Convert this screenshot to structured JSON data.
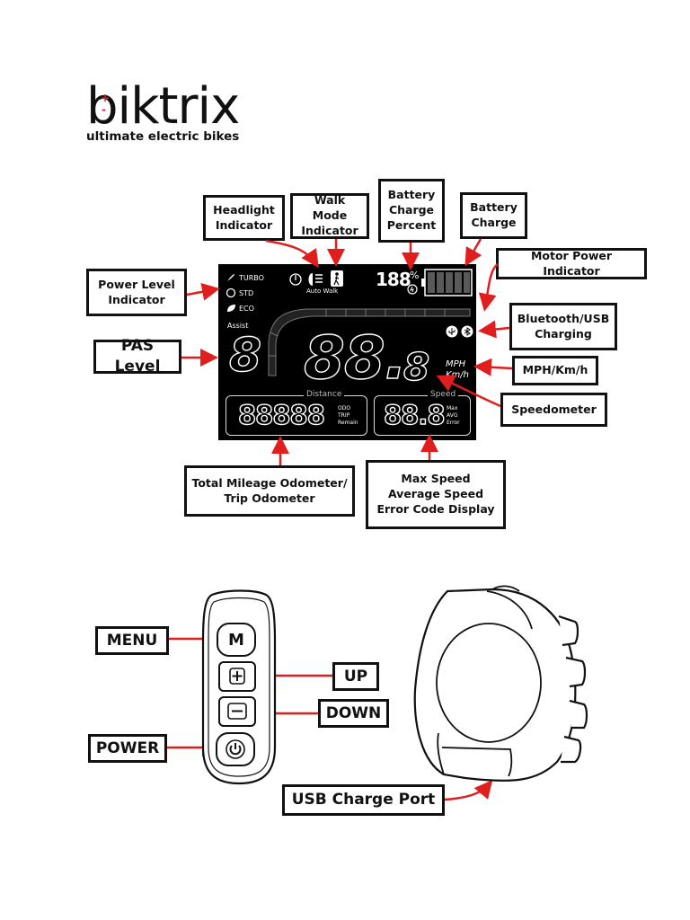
{
  "brand": {
    "name": "biktrix",
    "tagline": "ultimate electric bikes"
  },
  "callouts": {
    "headlight": "Headlight\nIndicator",
    "walk_mode": "Walk Mode\nIndicator",
    "battery_percent": "Battery\nCharge\nPercent",
    "battery_charge": "Battery\nCharge",
    "motor_power": "Motor Power Indicator",
    "power_level": "Power Level\nIndicator",
    "bluetooth_usb": "Bluetooth/USB\nCharging",
    "pas_level": "PAS Level",
    "units": "MPH/Km/h",
    "speedometer": "Speedometer",
    "odometer": "Total Mileage Odometer/\nTrip Odometer",
    "max_speed": "Max Speed\nAverage Speed\nError Code Display"
  },
  "display": {
    "modes": [
      "TURBO",
      "STD",
      "ECO"
    ],
    "auto_walk": "Auto Walk",
    "battery_percent": "188",
    "percent_sign": "%",
    "assist_label": "Assist",
    "pas_digit": "8",
    "speed_digits": "88.",
    "speed_decimal": "8",
    "unit_mph": "MPH",
    "unit_kmh": "Km/h",
    "distance_label": "Distance",
    "distance_digits": "88888",
    "distance_modes": [
      "ODO",
      "TRIP",
      "Remain"
    ],
    "speed_label": "Speed",
    "speed_small_digits": "88.8",
    "speed_modes": [
      "Max",
      "AVG",
      "Error"
    ]
  },
  "controller": {
    "menu_key": "M",
    "labels": {
      "menu": "MENU",
      "up": "UP",
      "down": "DOWN",
      "power": "POWER",
      "usb": "USB Charge Port"
    }
  }
}
